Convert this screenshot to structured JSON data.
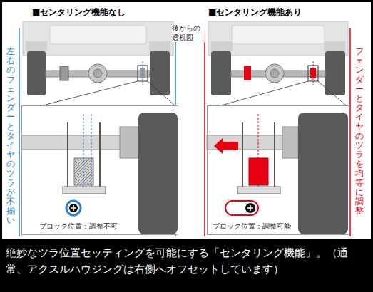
{
  "diagram": {
    "caption": "絶妙なツラ位置セッティングを可能にする「センタリング機能」。（通常、アクスルハウジングは右側へオフセットしています）",
    "nodes": [
      {
        "text": [
          "ブロック位置：調整不可"
        ]
      },
      {
        "text": [
          "ブロック位置：調整可能"
        ]
      }
    ],
    "labels": [
      "■センタリング機能なし",
      "後からの 透視図",
      "■センタリング機能あり",
      "左右のフェンダーとタイヤのツラが不揃い",
      "フェンダーとタイヤのツラを均等に調整"
    ]
  }
}
